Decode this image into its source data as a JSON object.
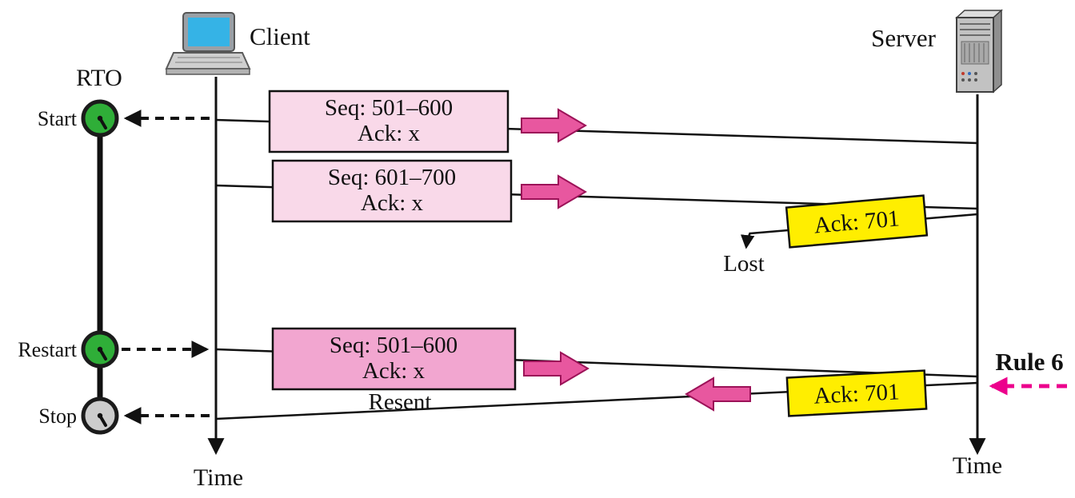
{
  "colors": {
    "segment_box": "#f9d9e9",
    "resent_box": "#f2a6d0",
    "ack_box": "#ffee00",
    "arrow": "#e8579f",
    "timer_active": "#2fae38",
    "timer_stopped": "#cccccc",
    "rule": "#ec008c"
  },
  "client": {
    "label": "Client",
    "time_label": "Time"
  },
  "server": {
    "label": "Server",
    "time_label": "Time"
  },
  "rto": {
    "label": "RTO",
    "start": "Start",
    "restart": "Restart",
    "stop": "Stop"
  },
  "segments": [
    {
      "seq": "Seq: 501–600",
      "ack": "Ack: x"
    },
    {
      "seq": "Seq: 601–700",
      "ack": "Ack: x"
    },
    {
      "seq": "Seq: 501–600",
      "ack": "Ack: x",
      "note": "Resent"
    }
  ],
  "acks": [
    {
      "label": "Ack: 701",
      "status": "Lost"
    },
    {
      "label": "Ack: 701"
    }
  ],
  "rule": {
    "label": "Rule 6"
  }
}
